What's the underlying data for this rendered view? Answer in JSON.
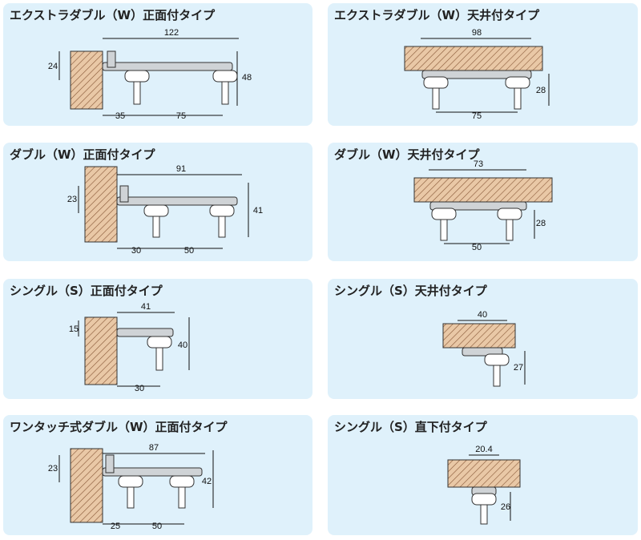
{
  "panels": [
    {
      "title": "エクストラダブル（W）正面付タイプ",
      "dims": {
        "d1": "122",
        "d2": "24",
        "d3": "48",
        "d4": "35",
        "d5": "75"
      }
    },
    {
      "title": "エクストラダブル（W）天井付タイプ",
      "dims": {
        "d1": "98",
        "d2": "28",
        "d3": "75"
      }
    },
    {
      "title": "ダブル（W）正面付タイプ",
      "dims": {
        "d1": "91",
        "d2": "23",
        "d3": "41",
        "d4": "30",
        "d5": "50"
      }
    },
    {
      "title": "ダブル（W）天井付タイプ",
      "dims": {
        "d1": "73",
        "d2": "28",
        "d3": "50"
      }
    },
    {
      "title": "シングル（S）正面付タイプ",
      "dims": {
        "d1": "41",
        "d2": "15",
        "d3": "40",
        "d4": "30"
      }
    },
    {
      "title": "シングル（S）天井付タイプ",
      "dims": {
        "d1": "40",
        "d2": "27"
      }
    },
    {
      "title": "ワンタッチ式ダブル（W）正面付タイプ",
      "dims": {
        "d1": "87",
        "d2": "23",
        "d3": "42",
        "d4": "25",
        "d5": "50"
      }
    },
    {
      "title": "シングル（S）直下付タイプ",
      "dims": {
        "d1": "20.4",
        "d2": "26"
      }
    }
  ],
  "colors": {
    "panel_bg": "#dff1fb",
    "wood": "#e9c8a6",
    "hatch": "#8a5a3a",
    "metal": "#cfd3d6"
  }
}
